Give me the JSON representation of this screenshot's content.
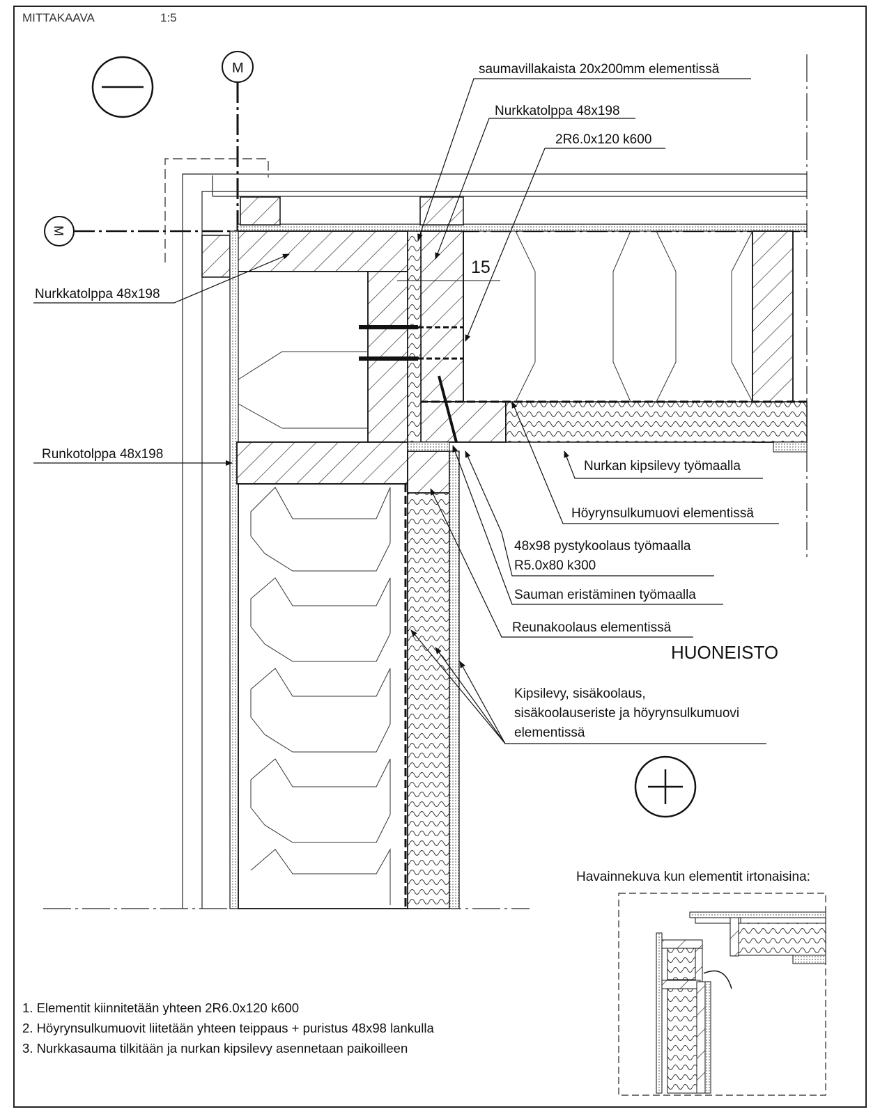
{
  "header": {
    "scale_label": "MITTAKAAVA",
    "scale_value": "1:5"
  },
  "symbols": {
    "axis_top": "M",
    "axis_left": "M",
    "minus_side": "minus-symbol",
    "plus_side": "plus-symbol"
  },
  "dimension": {
    "joint_gap": "15"
  },
  "labels": {
    "saumavillakaista": "saumavillakaista 20x200mm elementissä",
    "nurkkatolppa_top": "Nurkkatolppa 48x198",
    "screws": "2R6.0x120 k600",
    "nurkkatolppa_left": "Nurkkatolppa 48x198",
    "runkotolppa": "Runkotolppa 48x198",
    "kipsilevy_corner": "Nurkan kipsilevy työmaalla",
    "hoyrynsulku": "Höyrynsulkumuovi elementissä",
    "pystykoolaus_line1": "48x98 pystykoolaus työmaalla",
    "pystykoolaus_line2": "R5.0x80 k300",
    "sauman_eristaminen": "Sauman eristäminen työmaalla",
    "reunakoolaus": "Reunakoolaus elementissä",
    "room": "HUONEISTO",
    "kipsilevy_line1": "Kipsilevy, sisäkoolaus,",
    "kipsilevy_line2": "sisäkoolauseriste ja höyrynsulkumuovi",
    "kipsilevy_line3": "elementissä"
  },
  "inset": {
    "title": "Havainnekuva kun elementit irtonaisina:"
  },
  "notes": [
    "1. Elementit kiinnitetään yhteen 2R6.0x120 k600",
    "2. Höyrynsulkumuovit liitetään yhteen teippaus + puristus 48x98 lankulla",
    "3. Nurkkasauma tilkitään ja nurkan kipsilevy asennetaan paikoilleen"
  ]
}
